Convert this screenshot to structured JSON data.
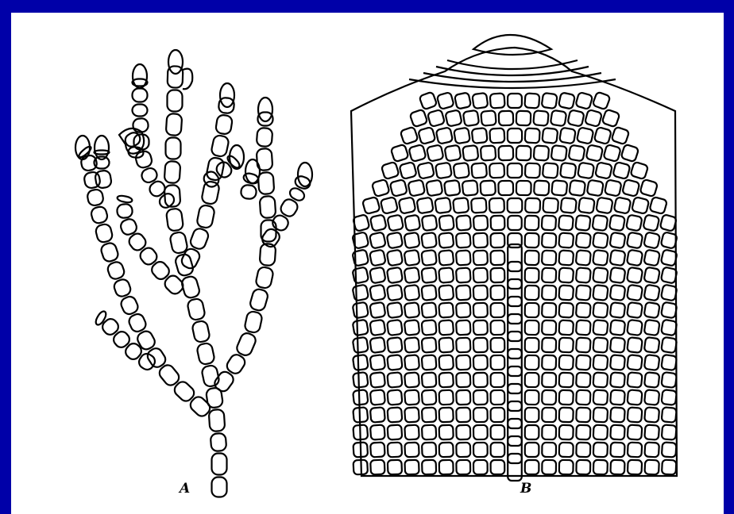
{
  "figure": {
    "panels": [
      {
        "id": "A",
        "label": "A",
        "subject": "branched-filament"
      },
      {
        "id": "B",
        "label": "B",
        "subject": "apical-cell-tissue"
      }
    ],
    "colors": {
      "frame": "#0000a8",
      "panel": "#ffffff",
      "ink": "#000000"
    }
  }
}
